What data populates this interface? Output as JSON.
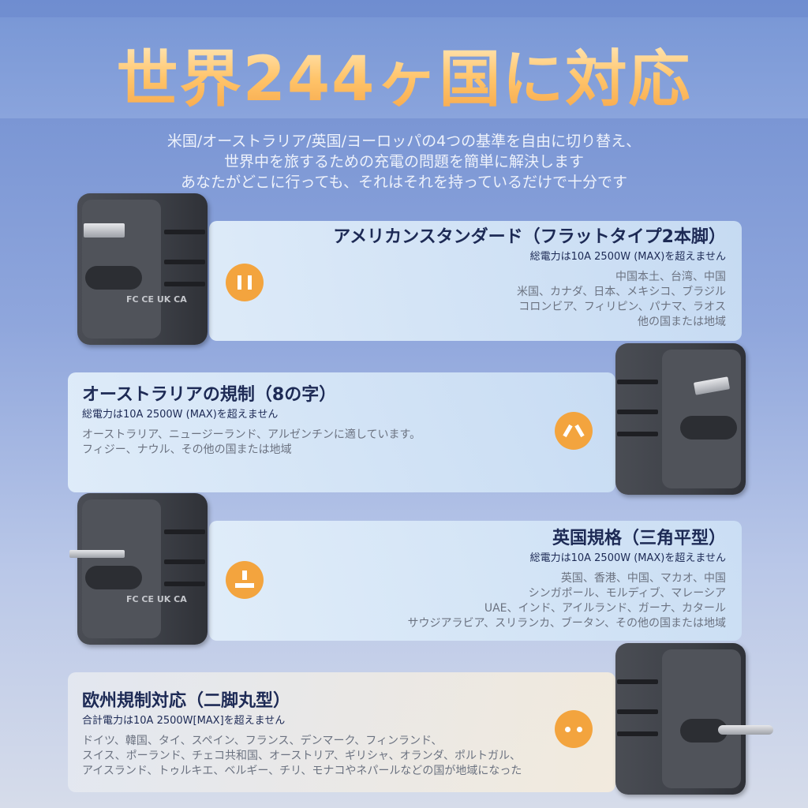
{
  "header": {
    "title": "世界244ヶ国に対応",
    "subtitle_lines": [
      "米国/オーストラリア/英国/ヨーロッパの4つの基準を自由に切り替え、",
      "世界中を旅するための充電の問題を簡単に解決します",
      "あなたがどこに行っても、それはそれを持っているだけで十分です"
    ]
  },
  "sections": [
    {
      "heading": "アメリカンスタンダード（フラットタイプ2本脚）",
      "power": "総電力は10A 2500W (MAX)を超えません",
      "countries": [
        "中国本土、台湾、中国",
        "米国、カナダ、日本、メキシコ、ブラジル",
        "コロンビア、フィリピン、パナマ、ラオス",
        "他の国または地域"
      ],
      "icon": "us-plug-icon"
    },
    {
      "heading": "オーストラリアの規制（8の字）",
      "power": "総電力は10A 2500W (MAX)を超えません",
      "countries": [
        "オーストラリア、ニュージーランド、アルゼンチンに適しています。",
        "フィジー、ナウル、その他の国または地域"
      ],
      "icon": "au-plug-icon"
    },
    {
      "heading": "英国規格（三角平型）",
      "power": "総電力は10A 2500W (MAX)を超えません",
      "countries": [
        "英国、香港、中国、マカオ、中国",
        "シンガポール、モルディブ、マレーシア",
        "UAE、インド、アイルランド、ガーナ、カタール",
        "サウジアラビア、スリランカ、ブータン、その他の国または地域"
      ],
      "icon": "uk-plug-icon"
    },
    {
      "heading": "欧州規制対応（二脚丸型）",
      "power": "合計電力は10A 2500W[MAX]を超えません",
      "countries": [
        "ドイツ、韓国、タイ、スペイン、フランス、デンマーク、フィンランド、",
        "スイス、ポーランド、チェコ共和国、オーストリア、ギリシャ、オランダ、ポルトガル、",
        "アイスランド、トゥルキエ、ベルギー、チリ、モナコやネパールなどの国が地域になった"
      ],
      "icon": "eu-plug-icon"
    }
  ],
  "adapter_marks": "FC CE UK CA",
  "colors": {
    "accent": "#f3a43e",
    "heading": "#1d2a55",
    "title_gradient_top": "#fff2d0",
    "title_gradient_bottom": "#f5a548"
  }
}
